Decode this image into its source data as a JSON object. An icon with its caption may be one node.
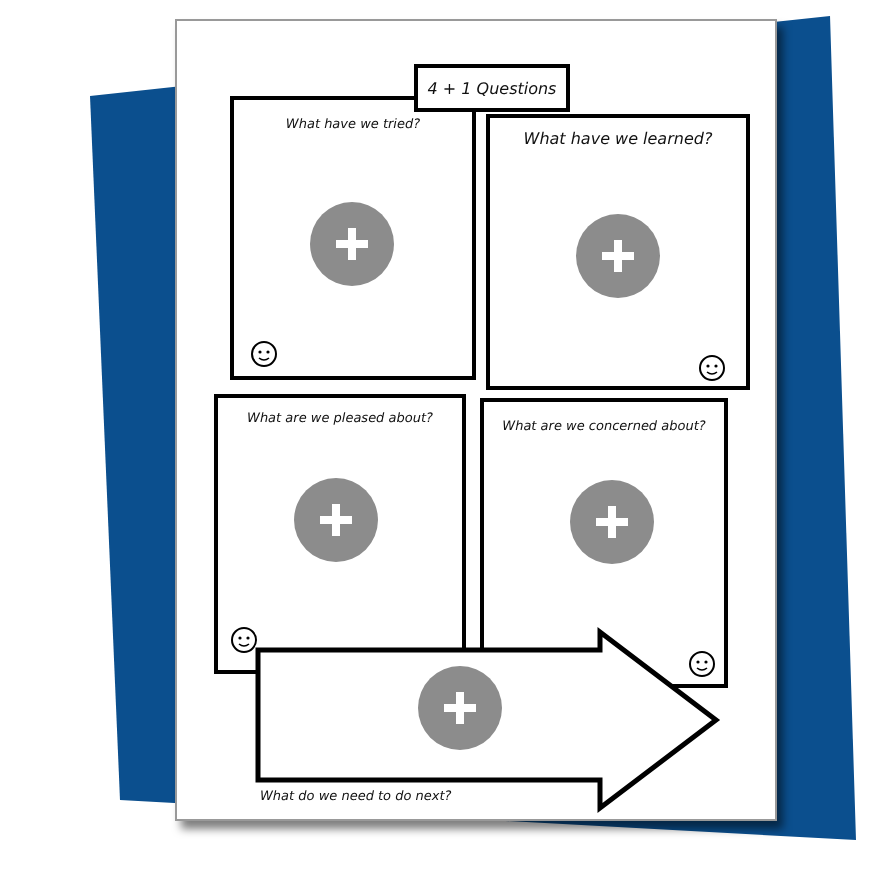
{
  "diagram": {
    "nodes": [
      {
        "text": [
          "4 + 1 Questions"
        ]
      },
      {
        "text": [
          "What have we tried?"
        ]
      },
      {
        "text": [
          "What have we learned?"
        ]
      },
      {
        "text": [
          "What are we pleased about?"
        ]
      },
      {
        "text": [
          "What are we concerned about?"
        ]
      },
      {
        "text": [
          "What do we need to do next?"
        ]
      }
    ]
  }
}
